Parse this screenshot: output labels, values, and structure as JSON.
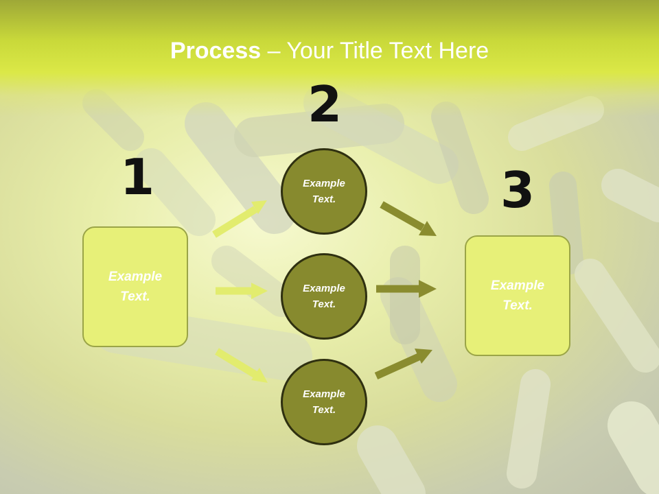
{
  "title": {
    "bold": "Process",
    "rest": " – Your Title Text Here"
  },
  "steps": [
    {
      "number": "1",
      "text": "Example\nText."
    },
    {
      "number": "2",
      "text": "Example\nText."
    },
    {
      "number": "3",
      "text": "Example\nText."
    }
  ],
  "circles": [
    {
      "text": "Example\nText."
    },
    {
      "text": "Example\nText."
    },
    {
      "text": "Example\nText."
    }
  ],
  "colors": {
    "title_band": "#dbe847",
    "box_fill": "#e7f078",
    "circle_fill": "#878a2e",
    "arrow_light": "#e2ec6e",
    "arrow_dark": "#8a8c2f"
  }
}
